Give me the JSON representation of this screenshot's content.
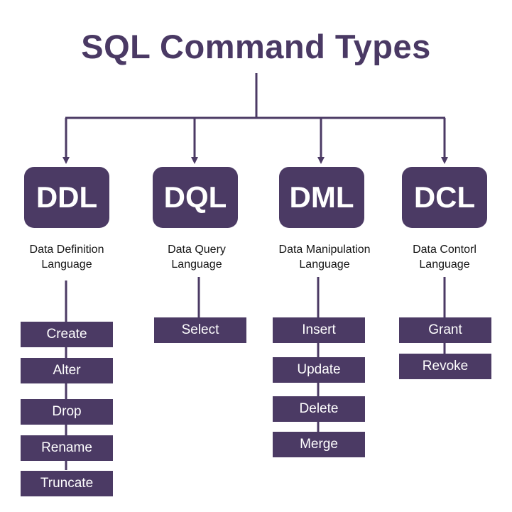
{
  "title": "SQL Command Types",
  "categories": [
    {
      "abbr": "DDL",
      "name": "Data Definition\nLanguage",
      "commands": [
        "Create",
        "Alter",
        "Drop",
        "Rename",
        "Truncate"
      ]
    },
    {
      "abbr": "DQL",
      "name": "Data Query\nLanguage",
      "commands": [
        "Select"
      ]
    },
    {
      "abbr": "DML",
      "name": "Data Manipulation\nLanguage",
      "commands": [
        "Insert",
        "Update",
        "Delete",
        "Merge"
      ]
    },
    {
      "abbr": "DCL",
      "name": "Data Contorl\nLanguage",
      "commands": [
        "Grant",
        "Revoke"
      ]
    }
  ],
  "colors": {
    "box": "#4b3a64",
    "title": "#4a3964",
    "line": "#4b3a64"
  }
}
